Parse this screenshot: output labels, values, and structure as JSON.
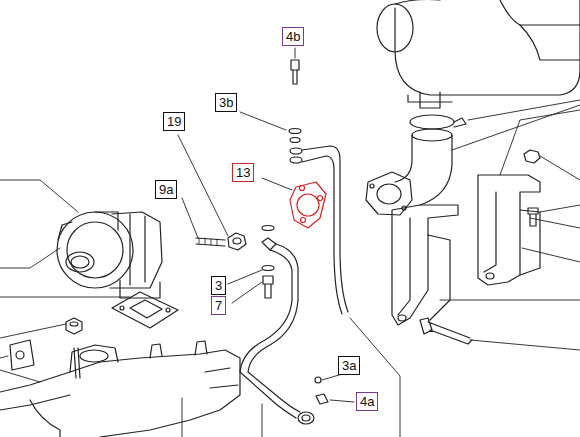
{
  "diagram": {
    "labels": [
      "4b",
      "3b",
      "19",
      "13",
      "9a",
      "3",
      "7",
      "3a",
      "4a"
    ]
  }
}
